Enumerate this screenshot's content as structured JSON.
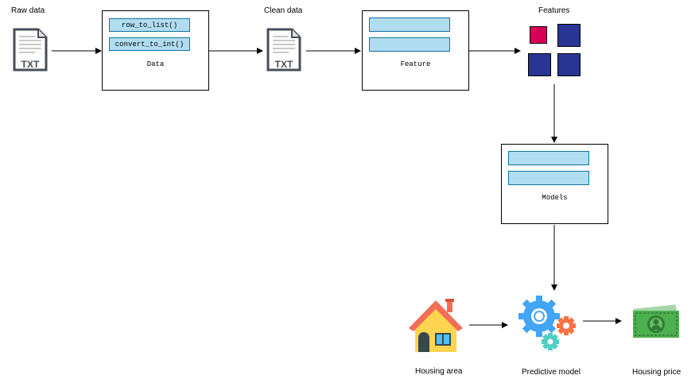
{
  "labels": {
    "raw_data": "Raw data",
    "clean_data": "Clean data",
    "features": "Features",
    "housing_area": "Housing area",
    "predictive_model": "Predictive model",
    "housing_price": "Housing price"
  },
  "file_icon_text": "TXT",
  "data_box": {
    "title": "Data",
    "functions": [
      "row_to_list()",
      "convert_to_int()"
    ]
  },
  "feature_box": {
    "title": "Feature"
  },
  "models_box": {
    "title": "Models"
  },
  "colors": {
    "bar_fill": "#b1ddf0",
    "bar_stroke": "#10739e",
    "feature_square_pink": "#d80055",
    "feature_square_navy": "#283593",
    "house_roof": "#f06e56",
    "house_wall": "#ffd54f",
    "gear_blue": "#42a5f5",
    "gear_orange": "#ff7043",
    "gear_teal": "#4dd0c4",
    "money_green": "#4caf50"
  },
  "icons": [
    "txt-file-icon",
    "txt-file-icon",
    "house-icon",
    "gears-icon",
    "money-icon"
  ]
}
